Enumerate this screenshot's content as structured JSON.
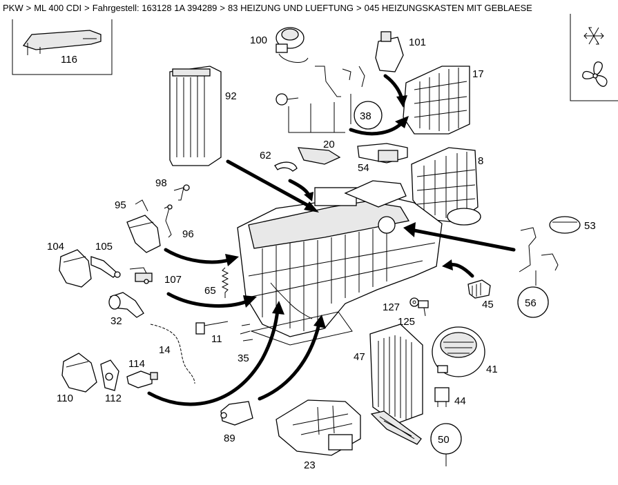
{
  "breadcrumb": {
    "items": [
      "PKW",
      "ML 400 CDI",
      "Fahrgestell: 163128 1A 394289",
      "83 HEIZUNG UND LUEFTUNG",
      "045 HEIZUNGSKASTEN MIT GEBLAESE"
    ],
    "separator": ">"
  },
  "legend": {
    "icons": [
      "snowflake-icon",
      "fan-icon"
    ]
  },
  "callouts": {
    "c116": "116",
    "c100": "100",
    "c101": "101",
    "c92": "92",
    "c17": "17",
    "c38": "38",
    "c20": "20",
    "c62": "62",
    "c54": "54",
    "c8": "8",
    "c98": "98",
    "c95": "95",
    "c96": "96",
    "c53": "53",
    "c104": "104",
    "c105": "105",
    "c107": "107",
    "c65": "65",
    "c127": "127",
    "c45": "45",
    "c56": "56",
    "c32": "32",
    "c125": "125",
    "c11": "11",
    "c14": "14",
    "c35": "35",
    "c47": "47",
    "c41": "41",
    "c114": "114",
    "c110": "110",
    "c112": "112",
    "c44": "44",
    "c89": "89",
    "c50": "50",
    "c23": "23"
  }
}
